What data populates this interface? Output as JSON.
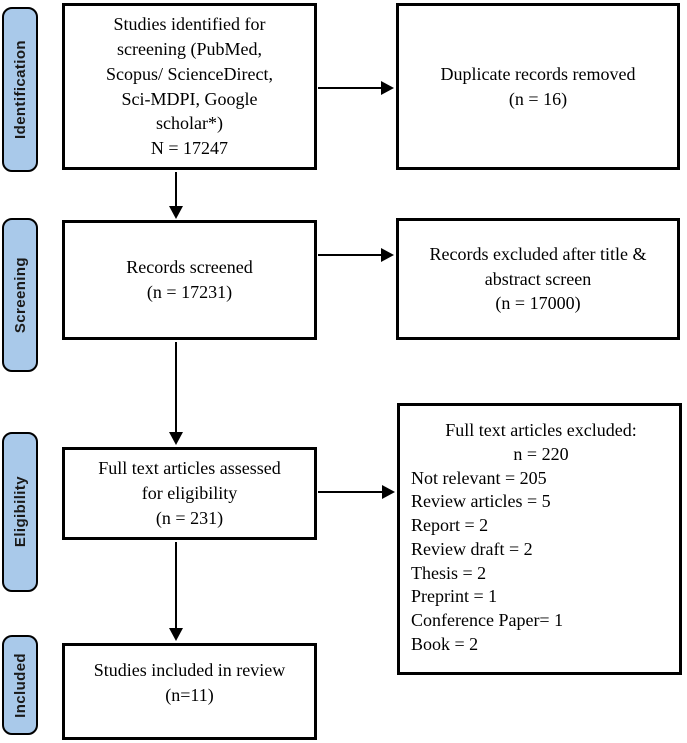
{
  "stages": [
    {
      "label": "Identification"
    },
    {
      "label": "Screening"
    },
    {
      "label": "Eligibility"
    },
    {
      "label": "Included"
    }
  ],
  "boxes": {
    "identified": {
      "text": "Studies identified for\nscreening (PubMed,\nScopus/ ScienceDirect,\nSci-MDPI, Google\nscholar*)\nN = 17247"
    },
    "duplicates_removed": {
      "text": "Duplicate records removed\n(n = 16)"
    },
    "records_screened": {
      "text": "Records screened\n(n = 17231)"
    },
    "records_excluded": {
      "text": "Records excluded after title &\nabstract screen\n(n = 17000)"
    },
    "full_text_assessed": {
      "text": "Full text articles assessed\nfor eligibility\n(n = 231)"
    },
    "full_text_excluded": {
      "header": "Full text articles excluded:\nn = 220",
      "items": [
        "Not relevant = 205",
        "Review articles = 5",
        "Report = 2",
        "Review draft = 2",
        "Thesis = 2",
        "Preprint = 1",
        "Conference Paper= 1",
        "Book = 2"
      ]
    },
    "included": {
      "text": "Studies included in review\n(n=11)"
    }
  },
  "colors": {
    "stage_fill": "#A9C9EA",
    "stage_border": "#000000",
    "box_border": "#000000",
    "arrow": "#000000"
  }
}
